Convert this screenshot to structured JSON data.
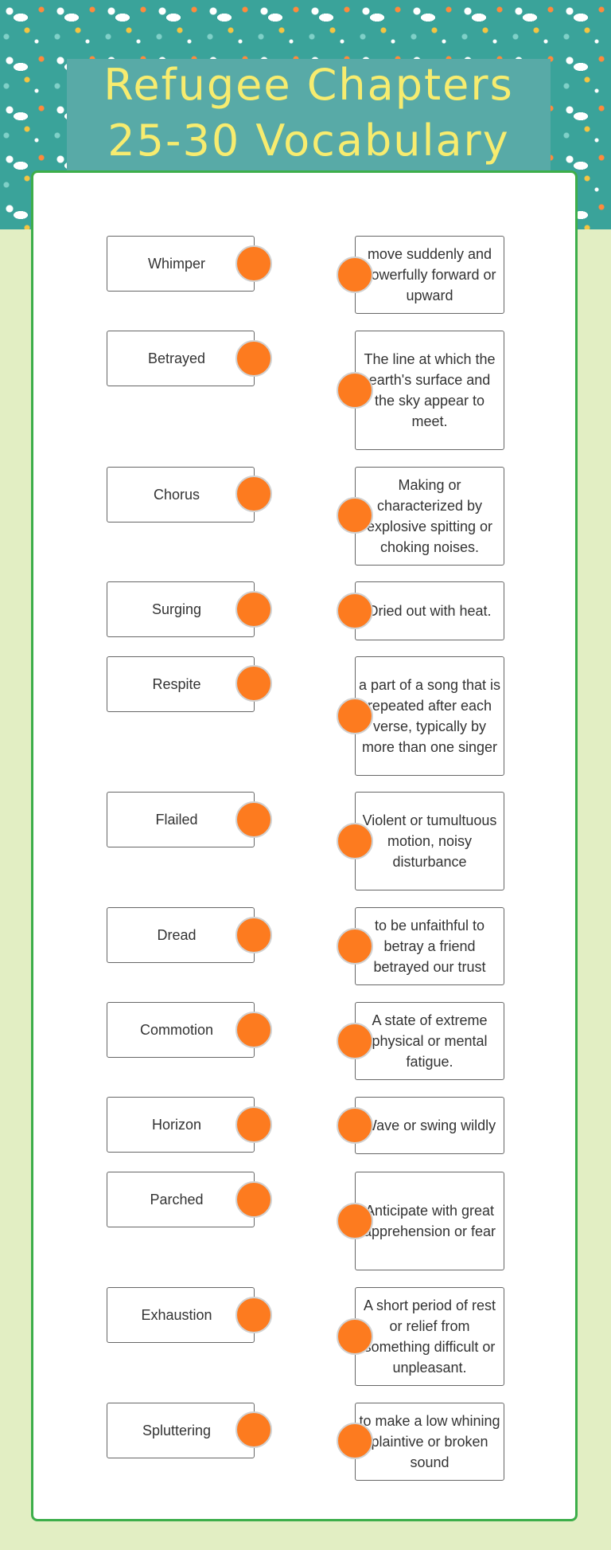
{
  "title": "Refugee Chapters 25-30 Vocabulary",
  "colors": {
    "accent_dot": "#fd7b1f",
    "card_border": "#3dae4a",
    "page_bg": "#e2eec3",
    "title_text": "#f7ec6f",
    "header_bg": "#3aa39a"
  },
  "terms": [
    "Whimper",
    "Betrayed",
    "Chorus",
    "Surging",
    "Respite",
    "Flailed",
    "Dread",
    "Commotion",
    "Horizon",
    "Parched",
    "Exhaustion",
    "Spluttering"
  ],
  "definitions": [
    "move suddenly and powerfully forward or upward",
    "The line at which the earth's surface and the sky appear to meet.",
    "Making or characterized by explosive spitting or choking noises.",
    "Dried out with heat.",
    "a part of a song that is repeated after each verse, typically by more than one singer",
    "Violent or tumultuous motion, noisy disturbance",
    "to be unfaithful to betray a friend betrayed our trust",
    "A state of extreme physical or mental fatigue.",
    "Wave or swing wildly",
    "Anticipate with great apprehension or fear",
    "A short period of rest or relief from something difficult or unpleasant.",
    "to make a low whining plaintive or broken sound"
  ]
}
